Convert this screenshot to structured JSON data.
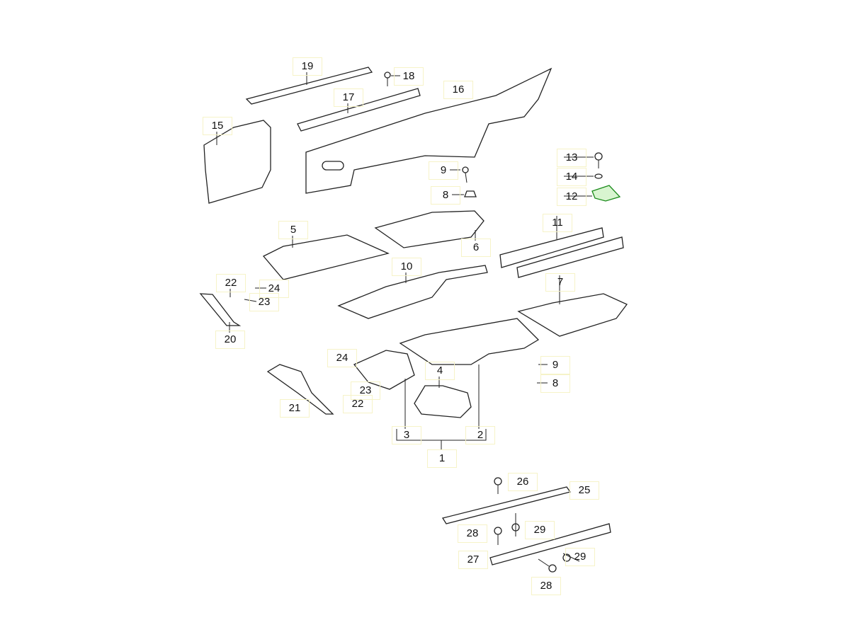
{
  "diagram": {
    "selected_part": "12",
    "highlight_color": "#1a8a1a",
    "callouts": [
      {
        "id": "c19",
        "label": "19"
      },
      {
        "id": "c18",
        "label": "18"
      },
      {
        "id": "c17",
        "label": "17"
      },
      {
        "id": "c16",
        "label": "16"
      },
      {
        "id": "c15",
        "label": "15"
      },
      {
        "id": "c13",
        "label": "13"
      },
      {
        "id": "c14",
        "label": "14"
      },
      {
        "id": "c12",
        "label": "12"
      },
      {
        "id": "c9a",
        "label": "9"
      },
      {
        "id": "c8a",
        "label": "8"
      },
      {
        "id": "c5",
        "label": "5"
      },
      {
        "id": "c6",
        "label": "6"
      },
      {
        "id": "c11",
        "label": "11"
      },
      {
        "id": "c10",
        "label": "10"
      },
      {
        "id": "c7",
        "label": "7"
      },
      {
        "id": "c22a",
        "label": "22"
      },
      {
        "id": "c24a",
        "label": "24"
      },
      {
        "id": "c23a",
        "label": "23"
      },
      {
        "id": "c20",
        "label": "20"
      },
      {
        "id": "c4",
        "label": "4"
      },
      {
        "id": "c9b",
        "label": "9"
      },
      {
        "id": "c8b",
        "label": "8"
      },
      {
        "id": "c24b",
        "label": "24"
      },
      {
        "id": "c23b",
        "label": "23"
      },
      {
        "id": "c22b",
        "label": "22"
      },
      {
        "id": "c21",
        "label": "21"
      },
      {
        "id": "c3",
        "label": "3"
      },
      {
        "id": "c2",
        "label": "2"
      },
      {
        "id": "c1",
        "label": "1"
      },
      {
        "id": "c26",
        "label": "26"
      },
      {
        "id": "c25",
        "label": "25"
      },
      {
        "id": "c28a",
        "label": "28"
      },
      {
        "id": "c29a",
        "label": "29"
      },
      {
        "id": "c27",
        "label": "27"
      },
      {
        "id": "c29b",
        "label": "29"
      },
      {
        "id": "c28b",
        "label": "28"
      }
    ]
  }
}
